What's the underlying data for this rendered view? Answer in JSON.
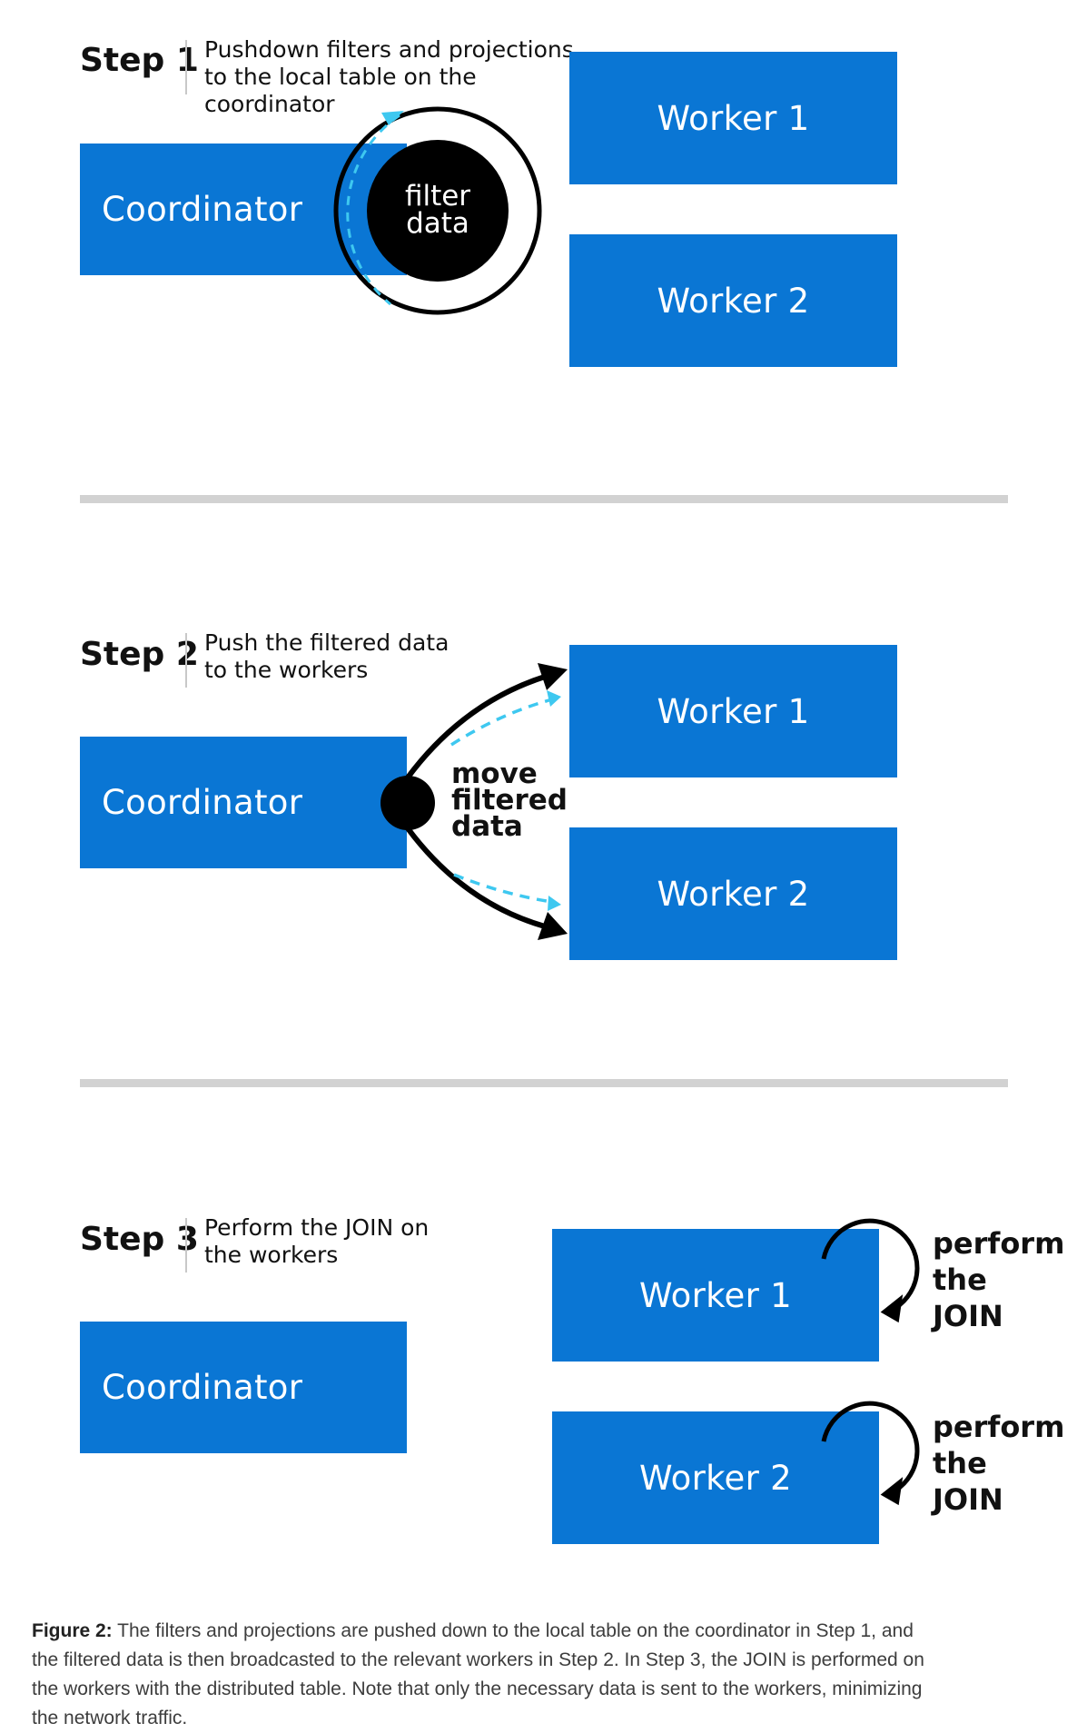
{
  "colors": {
    "box": "#0a76d4",
    "arrow_dashed": "#3ec8f0",
    "rule": "#d2d2d2"
  },
  "step1": {
    "label": "Step 1",
    "desc": [
      "Pushdown filters and projections",
      "to the local table on the",
      "coordinator"
    ],
    "coordinator": "Coordinator",
    "circle": [
      "filter",
      "data"
    ],
    "worker1": "Worker 1",
    "worker2": "Worker 2"
  },
  "step2": {
    "label": "Step 2",
    "desc": [
      "Push the filtered data",
      "to the workers"
    ],
    "coordinator": "Coordinator",
    "annotation": [
      "move",
      "filtered",
      "data"
    ],
    "worker1": "Worker 1",
    "worker2": "Worker 2"
  },
  "step3": {
    "label": "Step 3",
    "desc": [
      "Perform the JOIN on",
      "the workers"
    ],
    "coordinator": "Coordinator",
    "worker1": "Worker 1",
    "worker2": "Worker 2",
    "annotation1": [
      "perform",
      "the",
      "JOIN"
    ],
    "annotation2": [
      "perform",
      "the",
      "JOIN"
    ]
  },
  "caption": {
    "label": "Figure 2:",
    "text": " The filters and projections are pushed down to the local table on the coordinator in Step 1, and the filtered data is then broadcasted to the relevant workers in Step 2. In Step 3, the JOIN is performed on the workers with the distributed table. Note that only the necessary data is sent to the workers, minimizing the network traffic."
  }
}
